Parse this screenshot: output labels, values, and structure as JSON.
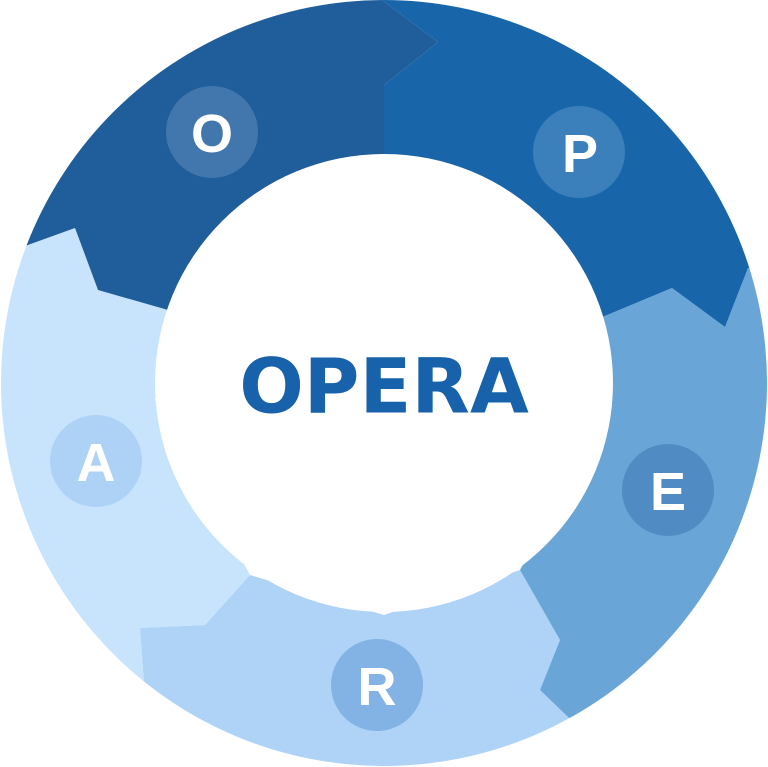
{
  "center": {
    "title": "OPERA",
    "color": "#1762AA"
  },
  "segments": [
    {
      "letter": "O",
      "color": "#1F5E9B",
      "badge_color": "#5E8DBB",
      "badge_opacity": 0.55
    },
    {
      "letter": "P",
      "color": "#1866A9",
      "badge_color": "#4A8AC3",
      "badge_opacity": 0.7
    },
    {
      "letter": "E",
      "color": "#6AA5D8",
      "badge_color": "#4C86C0",
      "badge_opacity": 0.85
    },
    {
      "letter": "R",
      "color": "#AFD3F6",
      "badge_color": "#7BACE0",
      "badge_opacity": 0.85
    },
    {
      "letter": "A",
      "color": "#C8E3FC",
      "badge_color": "#A9CFF5",
      "badge_opacity": 0.85
    }
  ]
}
